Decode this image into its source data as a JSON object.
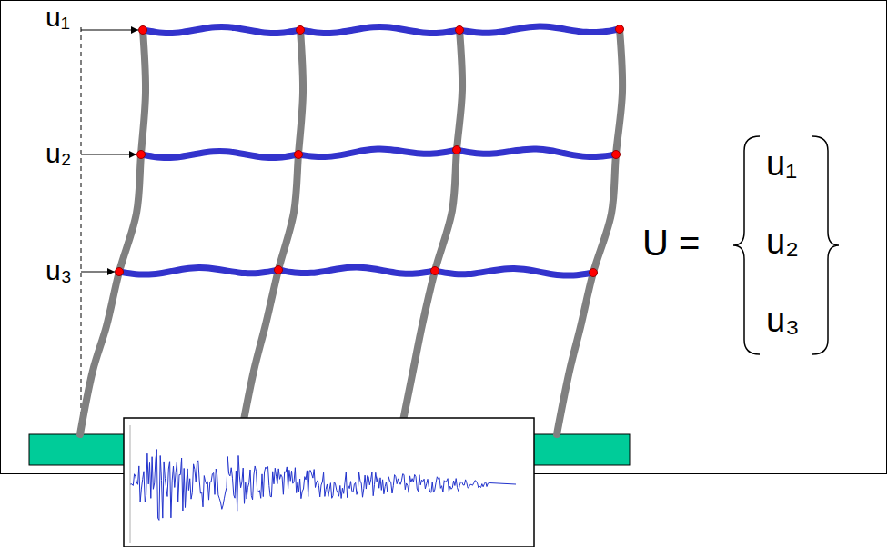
{
  "diagram": {
    "labels": [
      "u₁",
      "u₂",
      "u₃",
      "U =",
      "u₁",
      "u₂",
      "u₃"
    ]
  }
}
